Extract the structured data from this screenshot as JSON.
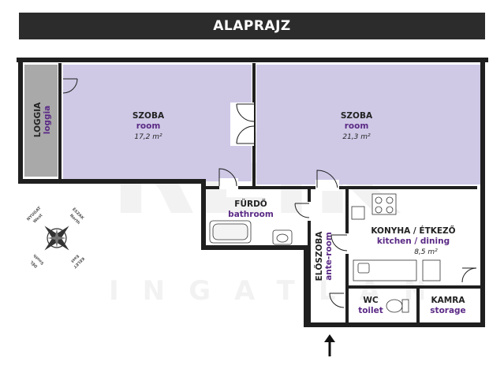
{
  "title": "ALAPRAJZ",
  "watermark": {
    "logo": "REIK",
    "sub": "INGATLAN"
  },
  "colors": {
    "header": "#2c2c2c",
    "room_fill": "#cfc9e6",
    "loggia_fill": "#a9a9a9",
    "wall": "#1f1f1f",
    "english_label": "#5b2a86"
  },
  "rooms": {
    "room1": {
      "hu": "SZOBA",
      "en": "room",
      "area": "17,2 m²"
    },
    "room2": {
      "hu": "SZOBA",
      "en": "room",
      "area": "21,3 m²"
    },
    "loggia": {
      "hu": "LOGGIA",
      "en": "loggia"
    },
    "bathroom": {
      "hu": "FÜRDŐ",
      "en": "bathroom"
    },
    "kitchen": {
      "hu": "KONYHA / ÉTKEZŐ",
      "en": "kitchen / dining",
      "area": "8,5 m²"
    },
    "anteroom": {
      "hu": "ELŐSZOBA",
      "en": "ante-room"
    },
    "wc": {
      "hu": "WC",
      "en": "toilet"
    },
    "storage": {
      "hu": "KAMRA",
      "en": "storage"
    }
  },
  "compass": {
    "north_hu": "ÉSZAK",
    "north_en": "North",
    "south_hu": "DÉL",
    "south_en": "South",
    "east_hu": "KELET",
    "east_en": "East",
    "west_hu": "NYUGAT",
    "west_en": "West"
  },
  "icons": [
    "compass-rose-icon",
    "entrance-arrow-icon",
    "door-swing-icon",
    "stove-icon",
    "sink-icon",
    "bathtub-icon",
    "toilet-icon"
  ]
}
